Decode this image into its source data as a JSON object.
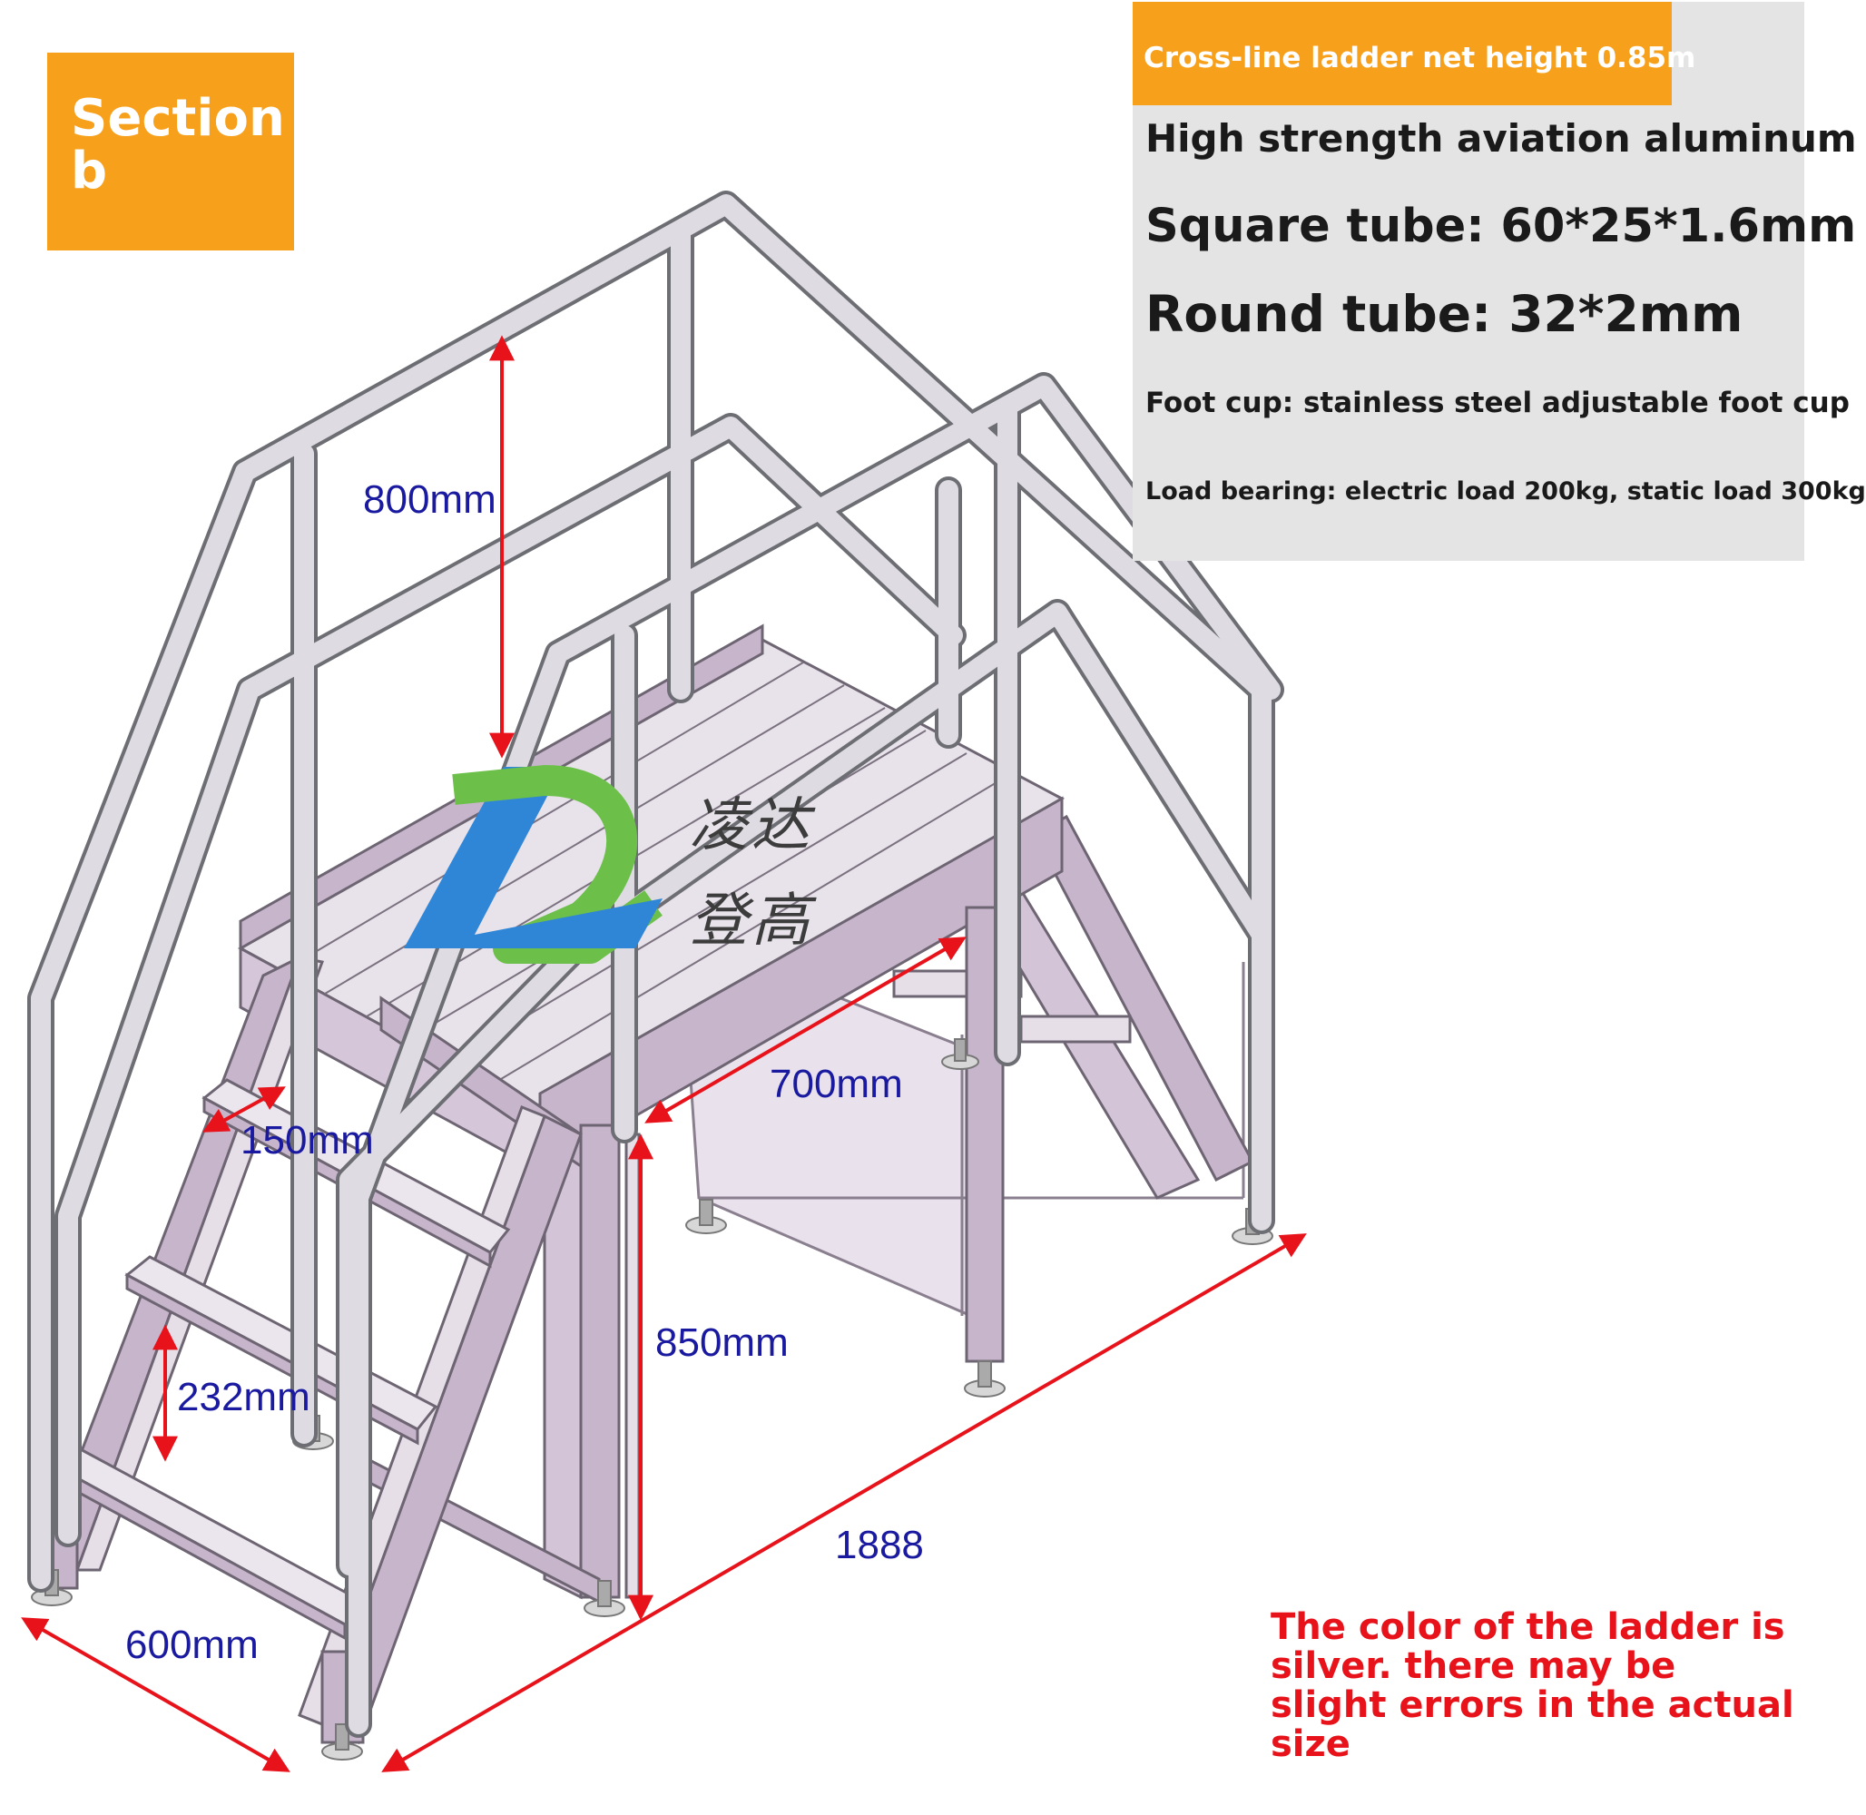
{
  "badge": {
    "label": "Section b"
  },
  "spec_panel": {
    "header": "Cross-line ladder net height 0.85m",
    "material": "High strength aviation aluminum",
    "square_tube": "Square tube: 60*25*1.6mm",
    "round_tube": "Round tube: 32*2mm",
    "foot_cup": "Foot cup: stainless steel adjustable foot cup",
    "load": "Load bearing: electric load 200kg, static load 300kg"
  },
  "dimensions": {
    "guardrail_height": "800mm",
    "platform_depth": "700mm",
    "step_depth": "150mm",
    "net_height": "850mm",
    "step_rise": "232mm",
    "total_length": "1888",
    "width": "600mm"
  },
  "logo": {
    "line1": "凌达",
    "line2": "登高"
  },
  "note": "The color of the ladder is silver. there may be slight errors in the actual size",
  "colors": {
    "accent": "#f7a01c",
    "panel": "#e4e4e4",
    "frame": "#c7b5cc",
    "rail": "#d8d4dc",
    "dimension_arrow": "#e8121b",
    "dimension_text": "#1a1aa0",
    "note_text": "#e8121b",
    "logo_blue": "#2f86d6",
    "logo_green": "#6cc04a"
  }
}
